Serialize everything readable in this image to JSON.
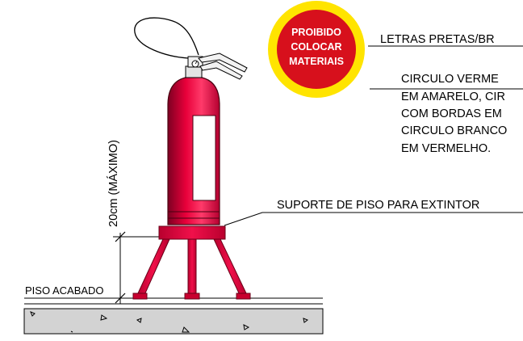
{
  "sign": {
    "lines": [
      "PROIBIDO",
      "COLOCAR",
      "MATERIAIS"
    ],
    "colors": {
      "outer": "#FFE400",
      "inner": "#D7101C",
      "text": "#FFFFFF"
    }
  },
  "callouts": {
    "letters": "LETRAS PRETAS/BR",
    "circle": [
      "CIRCULO VERME",
      "EM AMARELO, CIR",
      "COM BORDAS EM",
      "CIRCULO BRANCO",
      "EM VERMELHO."
    ],
    "support": "SUPORTE DE PISO PARA EXTINTOR"
  },
  "dimension": {
    "label": "20cm (MÁXIMO)"
  },
  "floor": {
    "label": "PISO ACABADO",
    "concrete_color": "#D3D3D3"
  },
  "extinguisher": {
    "body_color": "#E8003A",
    "dark_color": "#8A0020"
  }
}
